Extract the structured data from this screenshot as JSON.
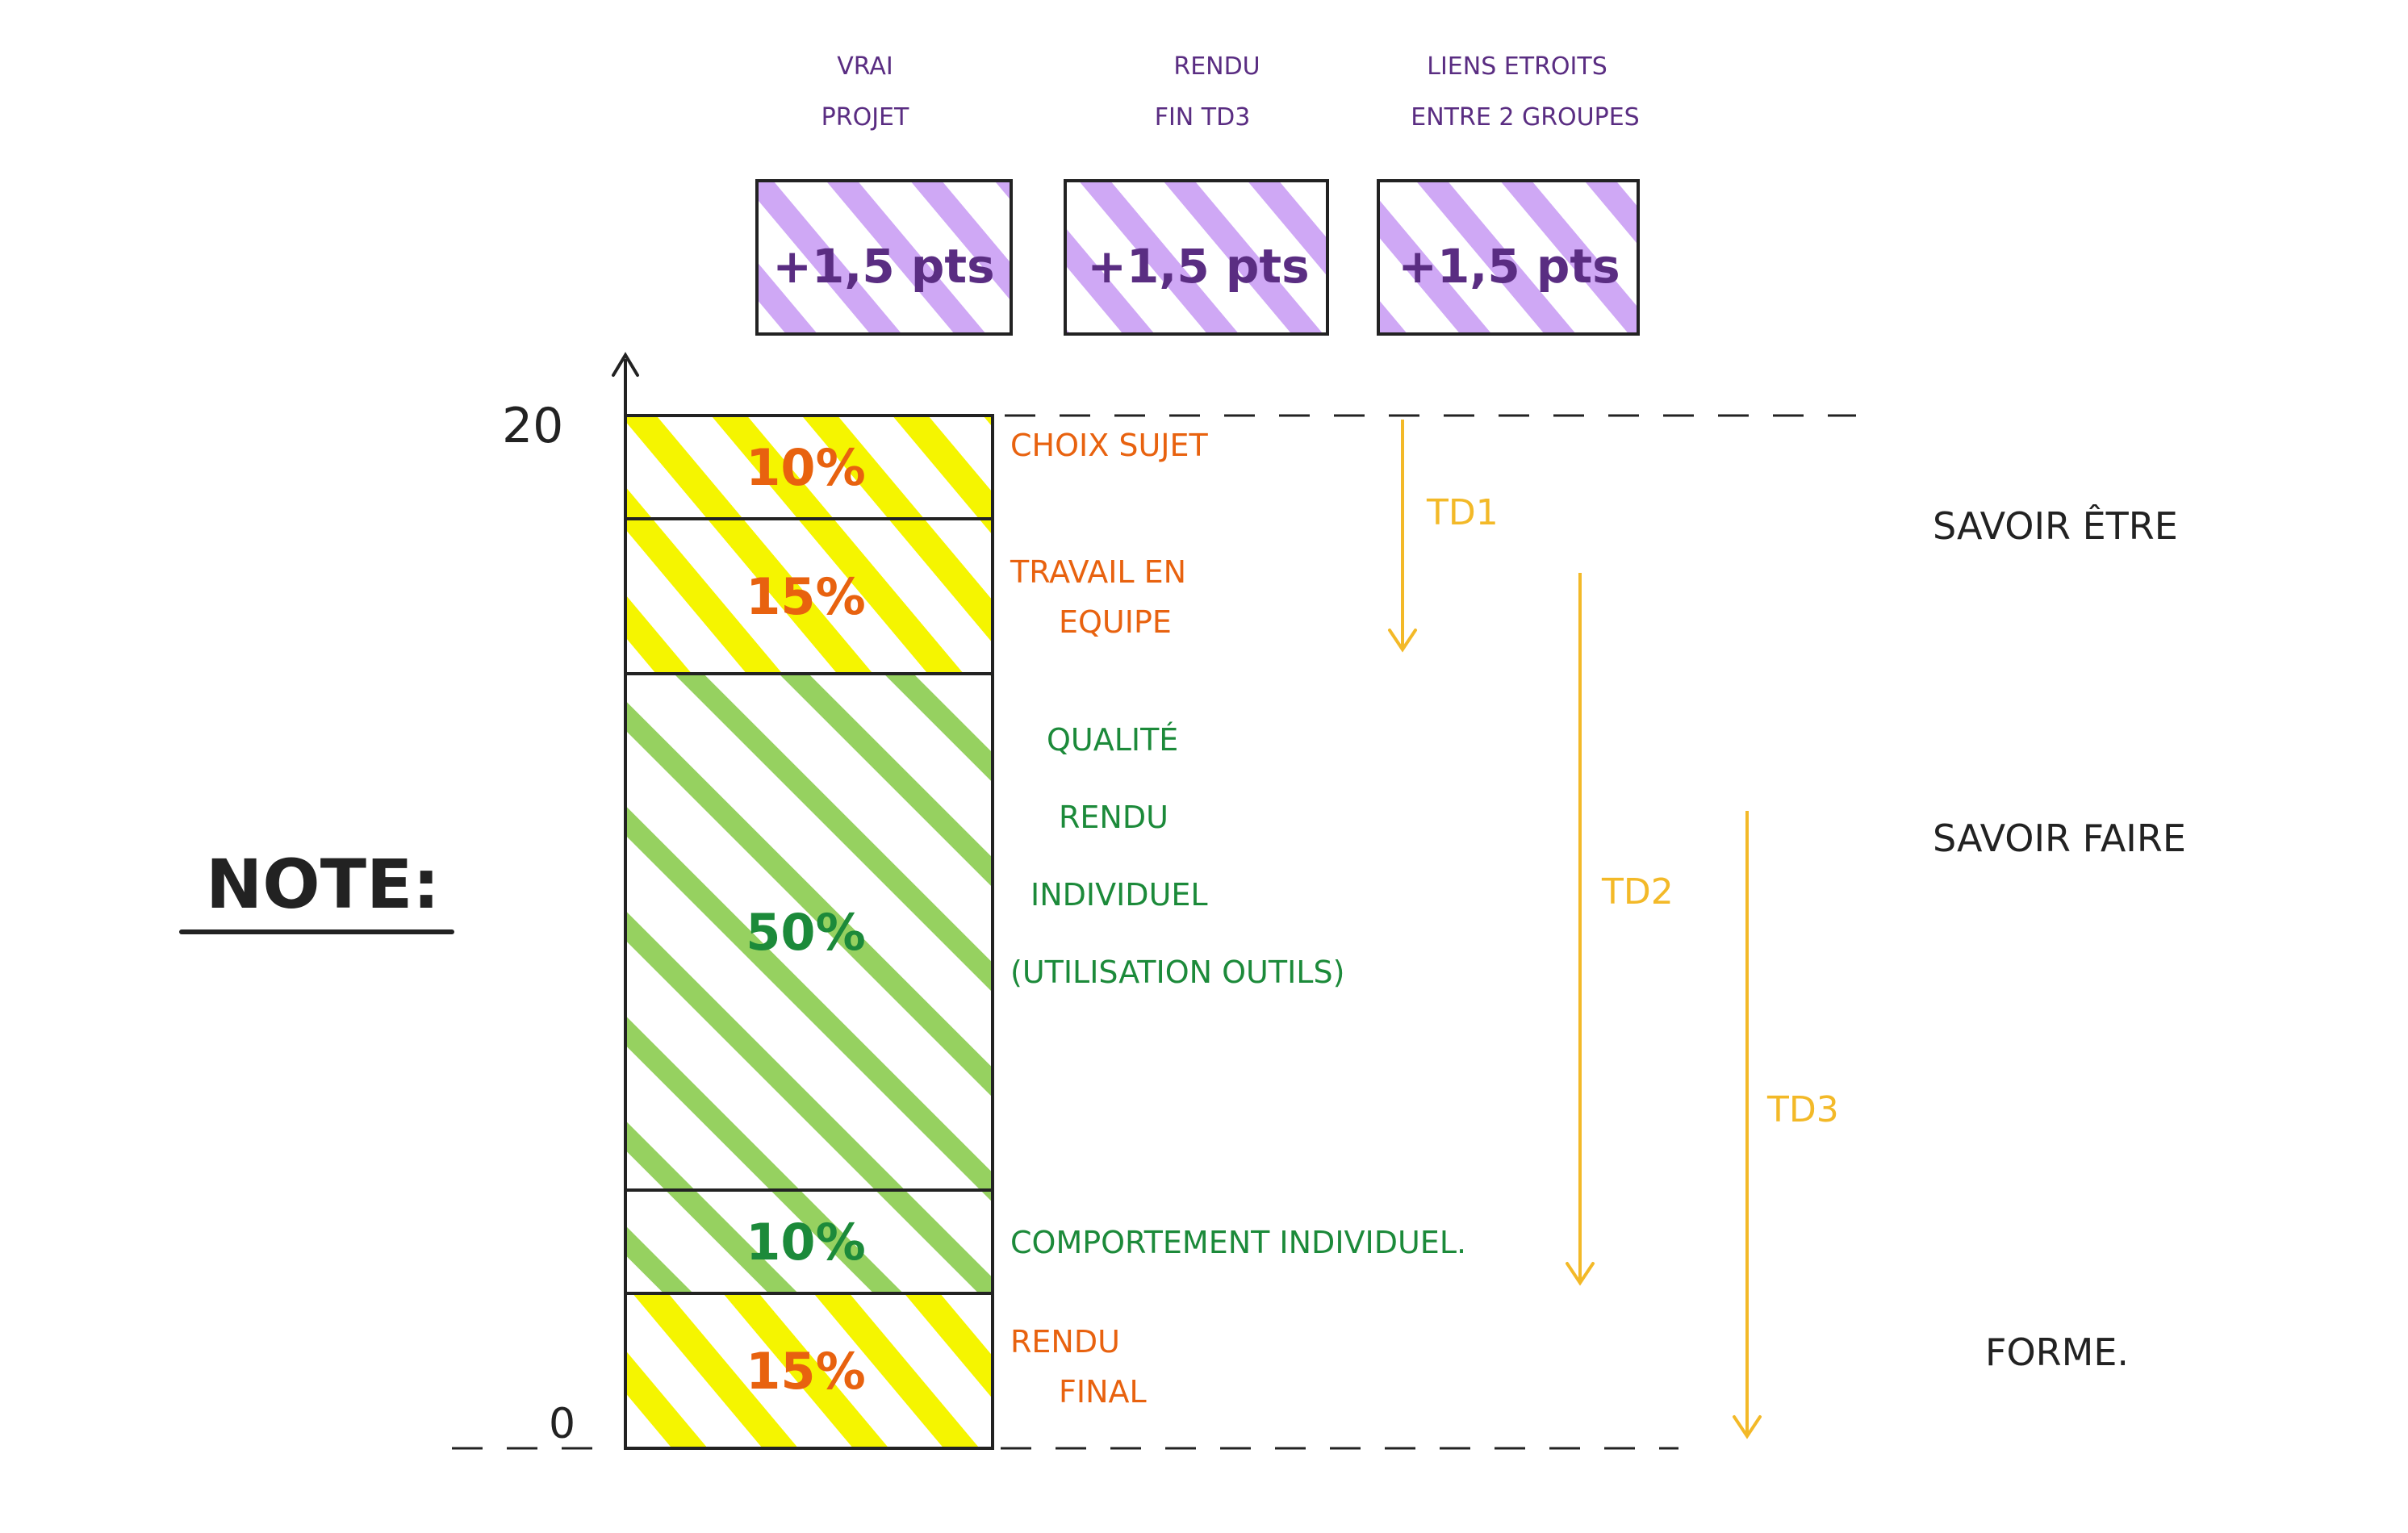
{
  "note_label": "NOTE:",
  "axis": {
    "top_label": "20",
    "bottom_label": "0",
    "min": 0,
    "max": 20
  },
  "bonuses": [
    {
      "caption_line1": "VRAI",
      "caption_line2": "PROJET",
      "value": "+1,5 pts"
    },
    {
      "caption_line1": "RENDU",
      "caption_line2": "FIN TD3",
      "value": "+1,5 pts"
    },
    {
      "caption_line1": "LIENS ETROITS",
      "caption_line2": "ENTRE 2 GROUPES",
      "value": "+1,5 pts"
    }
  ],
  "segments": [
    {
      "percent": "10%",
      "share": 10,
      "kind": "yellow",
      "label_lines": [
        "CHOIX SUJET"
      ]
    },
    {
      "percent": "15%",
      "share": 15,
      "kind": "yellow",
      "label_lines": [
        "TRAVAIL EN",
        "EQUIPE"
      ]
    },
    {
      "percent": "50%",
      "share": 50,
      "kind": "green",
      "label_lines": [
        "QUALITÉ",
        "RENDU",
        "INDIVIDUEL",
        "(UTILISATION OUTILS)"
      ]
    },
    {
      "percent": "10%",
      "share": 10,
      "kind": "green",
      "label_lines": [
        "COMPORTEMENT INDIVIDUEL."
      ]
    },
    {
      "percent": "15%",
      "share": 15,
      "kind": "yellow",
      "label_lines": [
        "RENDU",
        "FINAL"
      ]
    }
  ],
  "phases": [
    {
      "label": "TD1"
    },
    {
      "label": "TD2"
    },
    {
      "label": "TD3"
    }
  ],
  "categories": [
    {
      "label": "SAVOIR ÊTRE"
    },
    {
      "label": "SAVOIR FAIRE"
    },
    {
      "label": "FORME."
    }
  ],
  "colors": {
    "ink": "#222222",
    "purple_text": "#5a2d82",
    "purple_hatch": "#cfa8f5",
    "yellow_hatch": "#f5f500",
    "green_hatch": "#96d160",
    "orange_text": "#e8620f",
    "green_text": "#1c8a3a",
    "phase_arrow": "#f3b928"
  }
}
